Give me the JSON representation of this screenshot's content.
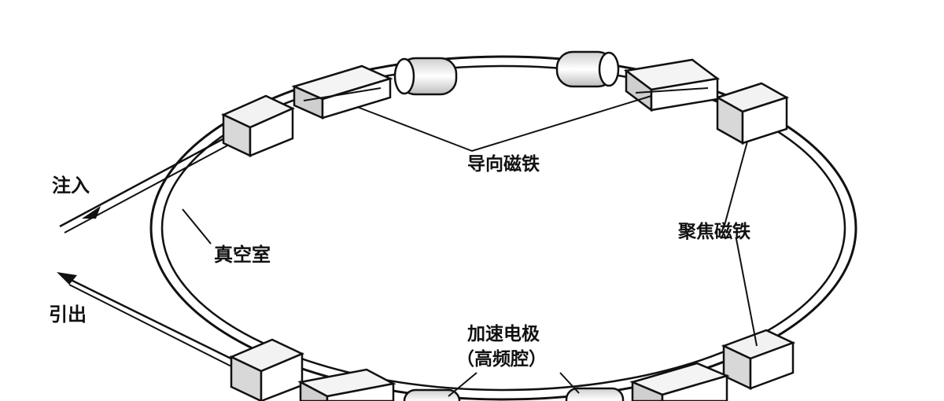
{
  "labels": {
    "inject": "注入",
    "extract": "引出",
    "vacuum_chamber": "真空室",
    "bending_magnet": "导向磁铁",
    "focusing_magnet": "聚焦磁铁",
    "rf_electrode_line1": "加速电极",
    "rf_electrode_line2": "（高频腔）"
  },
  "colors": {
    "ink": "#111111",
    "background": "#ffffff",
    "face_light": "#f2f2f2",
    "face_mid": "#d8d8d8",
    "face_dark": "#9a9a9a"
  }
}
